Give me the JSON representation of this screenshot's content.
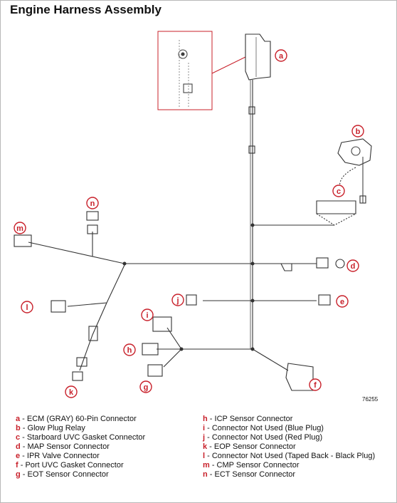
{
  "title": "Engine Harness Assembly",
  "figure_number": "76255",
  "callouts": {
    "a": "a",
    "b": "b",
    "c": "c",
    "d": "d",
    "e": "e",
    "f": "f",
    "g": "g",
    "h": "h",
    "i": "i",
    "j": "j",
    "k": "k",
    "l": "l",
    "m": "m",
    "n": "n"
  },
  "legend_left": [
    {
      "key": "a",
      "text": " - ECM (GRAY) 60-Pin Connector"
    },
    {
      "key": "b",
      "text": " - Glow Plug Relay"
    },
    {
      "key": "c",
      "text": " - Starboard UVC Gasket Connector"
    },
    {
      "key": "d",
      "text": " - MAP Sensor Connector"
    },
    {
      "key": "e",
      "text": " - IPR Valve Connector"
    },
    {
      "key": "f",
      "text": " - Port UVC Gasket Connector"
    },
    {
      "key": "g",
      "text": " - EOT Sensor Connector"
    }
  ],
  "legend_right": [
    {
      "key": "h",
      "text": " - ICP Sensor Connector"
    },
    {
      "key": "i",
      "text": " - Connector Not Used (Blue Plug)"
    },
    {
      "key": "j",
      "text": " - Connector Not Used (Red Plug)"
    },
    {
      "key": "k",
      "text": " - EOP Sensor Connector"
    },
    {
      "key": "l",
      "text": " - Connector Not Used (Taped Back - Black Plug)"
    },
    {
      "key": "m",
      "text": " - CMP Sensor Connector"
    },
    {
      "key": "n",
      "text": " - ECT Sensor Connector"
    }
  ],
  "colors": {
    "callout": "#c8202a",
    "line": "#333333"
  }
}
